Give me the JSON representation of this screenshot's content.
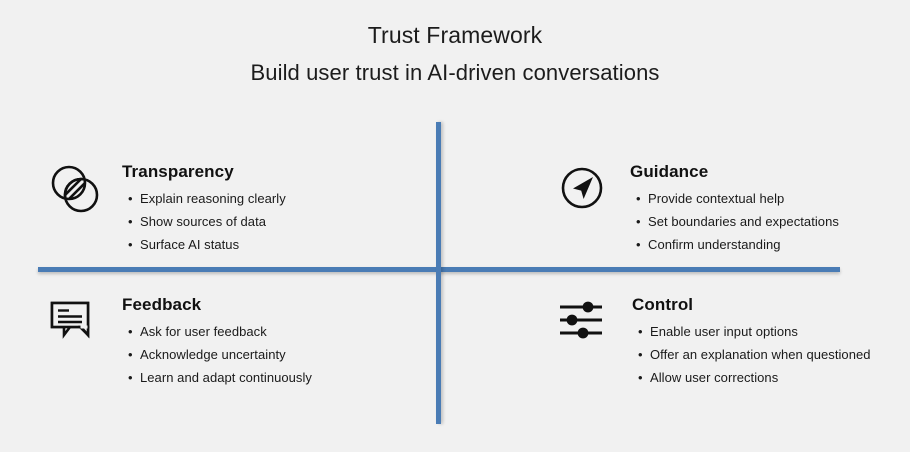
{
  "slide": {
    "background_color": "#f1f1f1",
    "accent_color": "#4a7cb5",
    "text_color": "#111111"
  },
  "header": {
    "title": "Trust Framework",
    "subtitle": "Build user trust in AI-driven conversations"
  },
  "axes": {
    "horizontal_color": "#4a7cb5",
    "vertical_color": "#4a7cb5"
  },
  "quadrants": [
    {
      "id": "transparency",
      "position": "top-left",
      "icon": "overlapping-circles-icon",
      "title": "Transparency",
      "bullets": [
        "Explain reasoning clearly",
        "Show sources of data",
        "Surface AI status"
      ]
    },
    {
      "id": "guidance",
      "position": "top-right",
      "icon": "navigation-arrow-icon",
      "title": "Guidance",
      "bullets": [
        "Provide contextual help",
        "Set boundaries and expectations",
        "Confirm understanding"
      ]
    },
    {
      "id": "feedback",
      "position": "bottom-left",
      "icon": "speech-bubble-icon",
      "title": "Feedback",
      "bullets": [
        "Ask for user feedback",
        "Acknowledge uncertainty",
        "Learn and adapt continuously"
      ]
    },
    {
      "id": "control",
      "position": "bottom-right",
      "icon": "sliders-icon",
      "title": "Control",
      "bullets": [
        "Enable user input options",
        "Offer an explanation when questioned",
        "Allow user corrections"
      ]
    }
  ]
}
